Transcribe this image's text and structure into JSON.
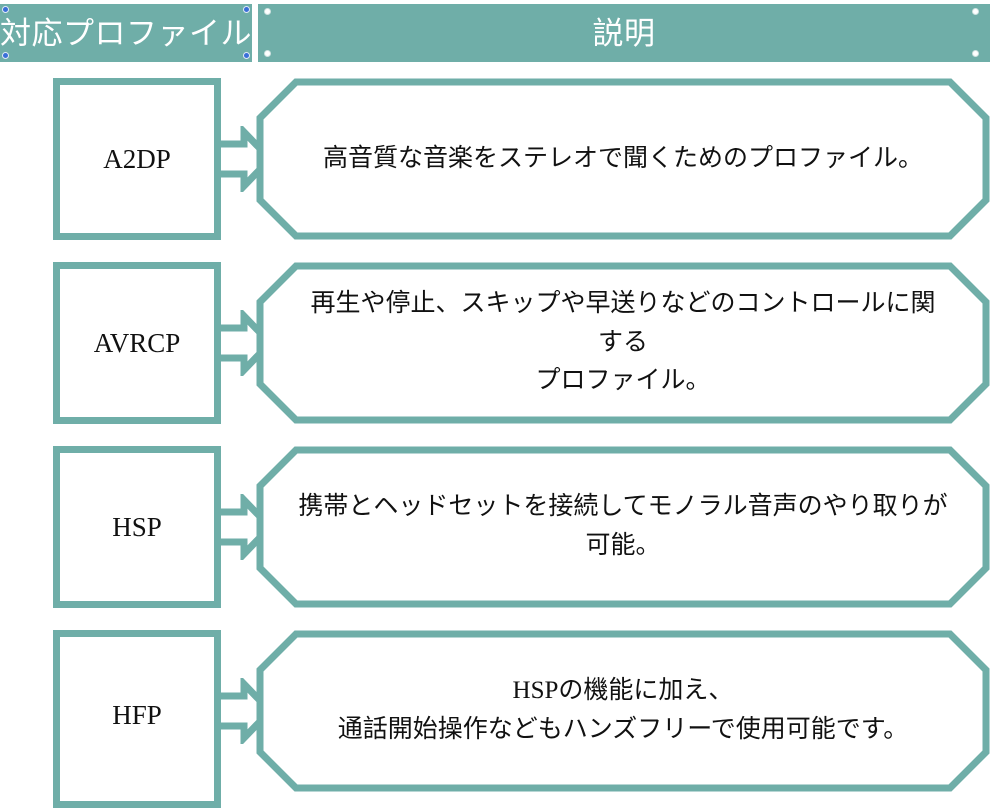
{
  "header": {
    "left_label": "対応プロファイル",
    "right_label": "説明",
    "band_color": "#6FAEA8",
    "text_color": "#FFFFFF"
  },
  "theme": {
    "accent": "#6FAEA8",
    "background": "#FFFFFF",
    "text": "#111111",
    "handle_selected": "#3A6FD8",
    "handle_unselected": "#FFFFFF"
  },
  "rows": [
    {
      "profile": "A2DP",
      "description": "高音質な音楽をステレオで聞くためのプロファイル。"
    },
    {
      "profile": "AVRCP",
      "description": "再生や停止、スキップや早送りなどのコントロールに関する\nプロファイル。"
    },
    {
      "profile": "HSP",
      "description": "携帯とヘッドセットを接続してモノラル音声のやり取りが可能。"
    },
    {
      "profile": "HFP",
      "description": "HSPの機能に加え、\n通話開始操作などもハンズフリーで使用可能です。"
    }
  ]
}
